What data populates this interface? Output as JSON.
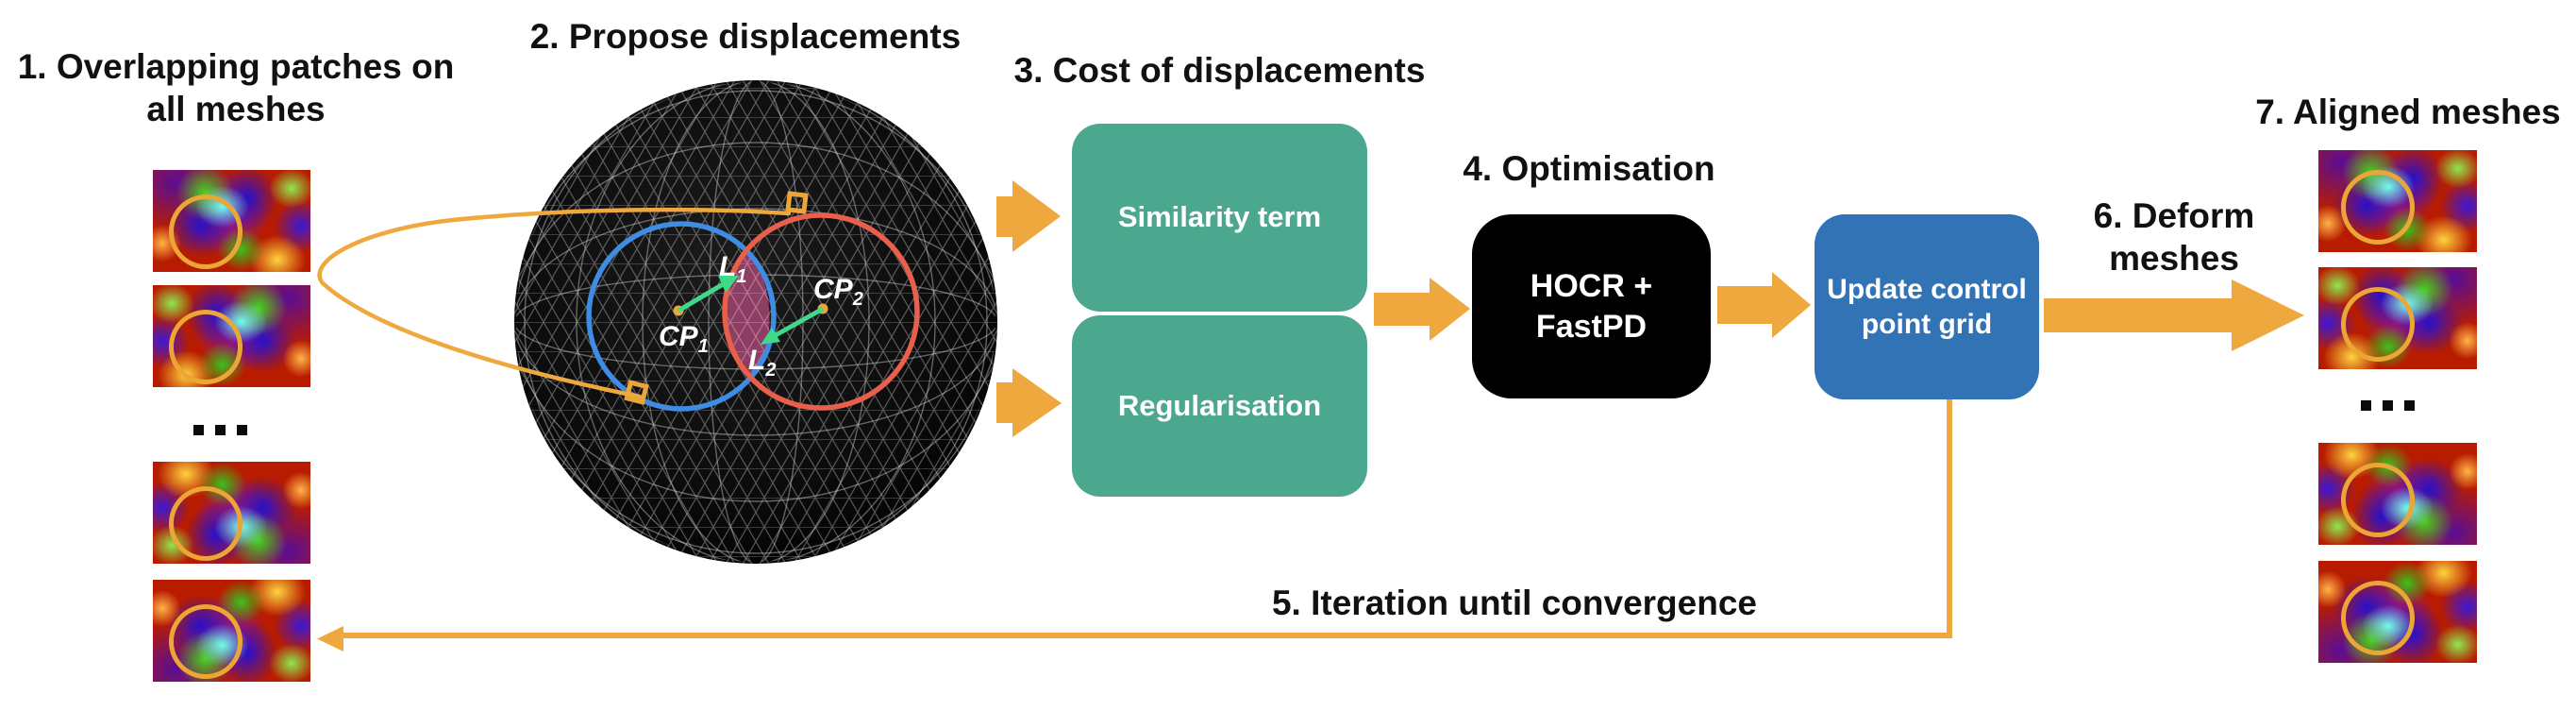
{
  "figure": {
    "steps": {
      "s1_line1": "1. Overlapping patches on",
      "s1_line2": "all meshes",
      "s2": "2. Propose displacements",
      "s3": "3. Cost of displacements",
      "s4": "4. Optimisation",
      "s5": "5. Iteration until convergence",
      "s6_line1": "6. Deform",
      "s6_line2": "meshes",
      "s7": "7. Aligned meshes"
    },
    "boxes": {
      "similarity": "Similarity term",
      "regularisation": "Regularisation",
      "optimiser": "HOCR + FastPD",
      "update_line1": "Update control",
      "update_line2": "point grid"
    },
    "sphere": {
      "cp1_base": "CP",
      "cp1_sub": "1",
      "cp2_base": "CP",
      "cp2_sub": "2",
      "l1_base": "L",
      "l1_sub": "1",
      "l2_base": "L",
      "l2_sub": "2"
    },
    "misc": {
      "ellipsis": "..."
    },
    "colors": {
      "arrow_orange": "#EFA83E",
      "box_green": "#4CA78F",
      "box_blue": "#3273B5",
      "box_black": "#000000",
      "patch_circle_blue": "#3E8CE4",
      "patch_circle_red": "#E8604C",
      "overlap_purple": "#8C3E63",
      "displacement_green": "#3FD98C",
      "box_text_white": "#FFFFFF",
      "title_text_black": "#111111"
    }
  }
}
